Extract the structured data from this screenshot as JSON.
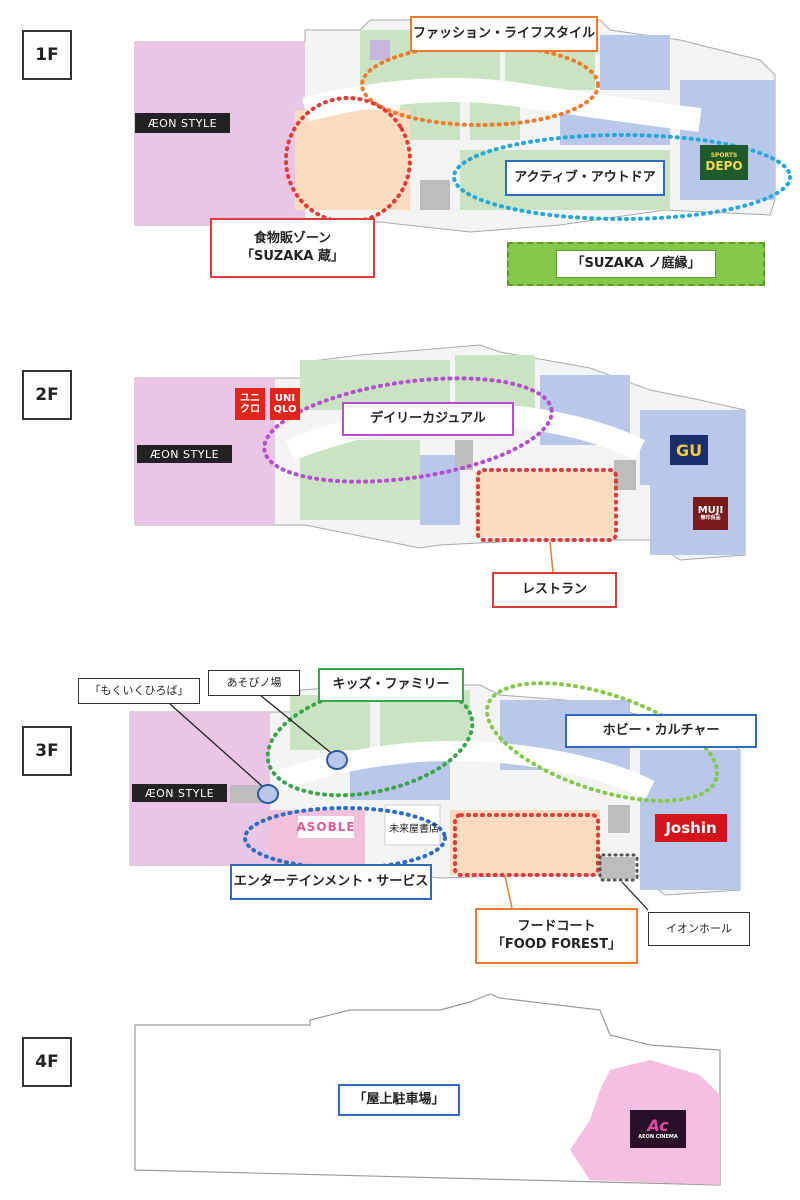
{
  "colors": {
    "aeon_style_area": "#e9c6e6",
    "fashion": "#c9e3c3",
    "active": "#b9c7ea",
    "food": "#fbdcbe",
    "service": "#c8b6e0",
    "gray": "#bdbdbd",
    "border_red": "#e03b3b",
    "border_orange": "#f07b2a",
    "border_cyan": "#25a8d9",
    "border_purple": "#b44fd0",
    "border_green": "#3aa64a",
    "border_lime": "#86c84a",
    "border_blue": "#2c6cc2",
    "border_gray": "#7a7a7a",
    "suzaka_green": "#86c84a"
  },
  "floors": [
    {
      "id": "1F",
      "badge": "1F",
      "aeon_style": "ÆON STYLE",
      "zones": [
        {
          "label": "ファッション・ライフスタイル",
          "color": "orange"
        },
        {
          "label": "アクティブ・アウトドア",
          "color": "cyan"
        },
        {
          "label": "食物販ゾーン\n「SUZAKA 蔵」",
          "color": "red"
        },
        {
          "label": "「SUZAKA ノ庭縁」",
          "color": "green"
        }
      ],
      "stores": {
        "sports_depo_top": "SPORTS",
        "sports_depo_main": "DEPO"
      }
    },
    {
      "id": "2F",
      "badge": "2F",
      "aeon_style": "ÆON STYLE",
      "zones": [
        {
          "label": "デイリーカジュアル",
          "color": "purple"
        },
        {
          "label": "レストラン",
          "color": "red"
        }
      ],
      "stores": {
        "uniqlo": [
          "ユニ",
          "クロ",
          "UNI",
          "QLO"
        ],
        "gu": "GU",
        "muji": "MUJI",
        "muji_sub": "無印良品"
      }
    },
    {
      "id": "3F",
      "badge": "3F",
      "aeon_style": "ÆON STYLE",
      "zones": [
        {
          "label": "「もくいくひろば」",
          "color": "plain"
        },
        {
          "label": "あそびノ場",
          "color": "plain"
        },
        {
          "label": "キッズ・ファミリー",
          "color": "green"
        },
        {
          "label": "ホビー・カルチャー",
          "color": "blue"
        },
        {
          "label": "エンターテインメント・サービス",
          "color": "blue"
        },
        {
          "label": "フードコート\n「FOOD FOREST」",
          "color": "orange"
        },
        {
          "label": "イオンホール",
          "color": "gray"
        }
      ],
      "stores": {
        "asoble": "ASOBLE",
        "bookstore": "未来屋書店",
        "joshin": "Joshin"
      }
    },
    {
      "id": "4F",
      "badge": "4F",
      "zones": [
        {
          "label": "「屋上駐車場」",
          "color": "blue"
        }
      ],
      "stores": {
        "cinema": "Ac",
        "cinema_sub": "AEON CINEMA"
      }
    }
  ]
}
